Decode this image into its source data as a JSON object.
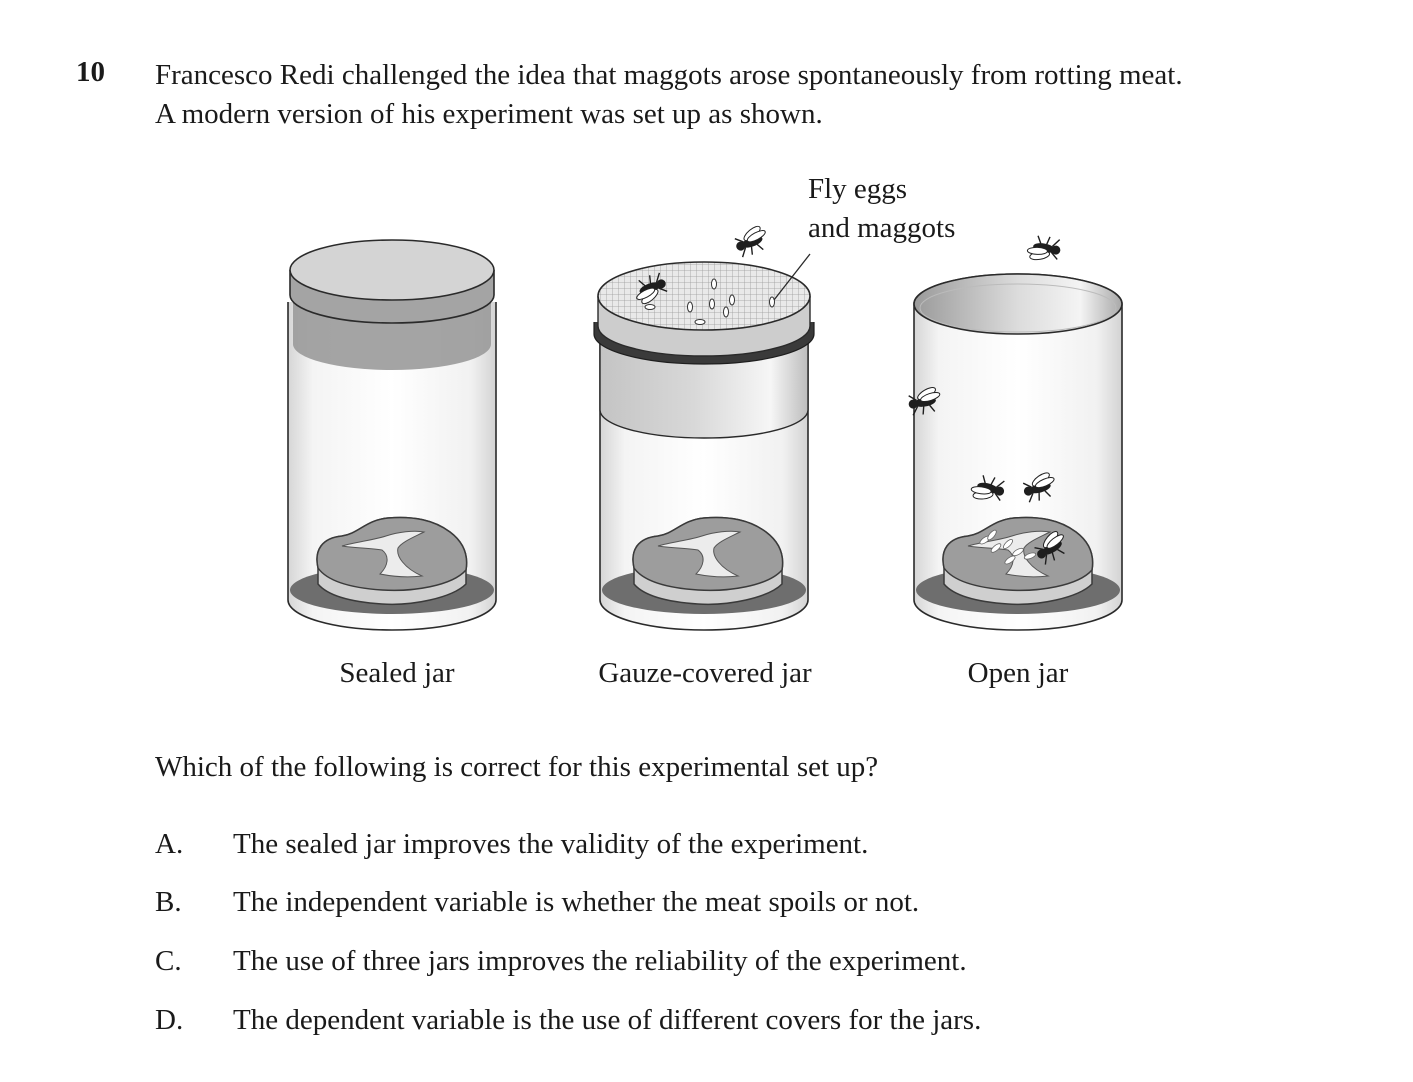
{
  "question": {
    "number": "10",
    "stem_lines": [
      "Francesco Redi challenged the idea that maggots arose spontaneously from rotting meat.",
      "A modern version of his experiment was set up as shown."
    ],
    "prompt": "Which of the following is correct for this experimental set up?"
  },
  "figure": {
    "callout_lines": [
      "Fly eggs",
      "and maggots"
    ],
    "jar_labels": [
      "Sealed jar",
      "Gauze-covered jar",
      "Open jar"
    ]
  },
  "options": [
    {
      "letter": "A.",
      "text": "The sealed jar improves the validity of the experiment."
    },
    {
      "letter": "B.",
      "text": "The independent variable is whether the meat spoils or not."
    },
    {
      "letter": "C.",
      "text": "The use of three jars improves the reliability of the experiment."
    },
    {
      "letter": "D.",
      "text": "The dependent variable is the use of different covers for the jars."
    }
  ]
}
